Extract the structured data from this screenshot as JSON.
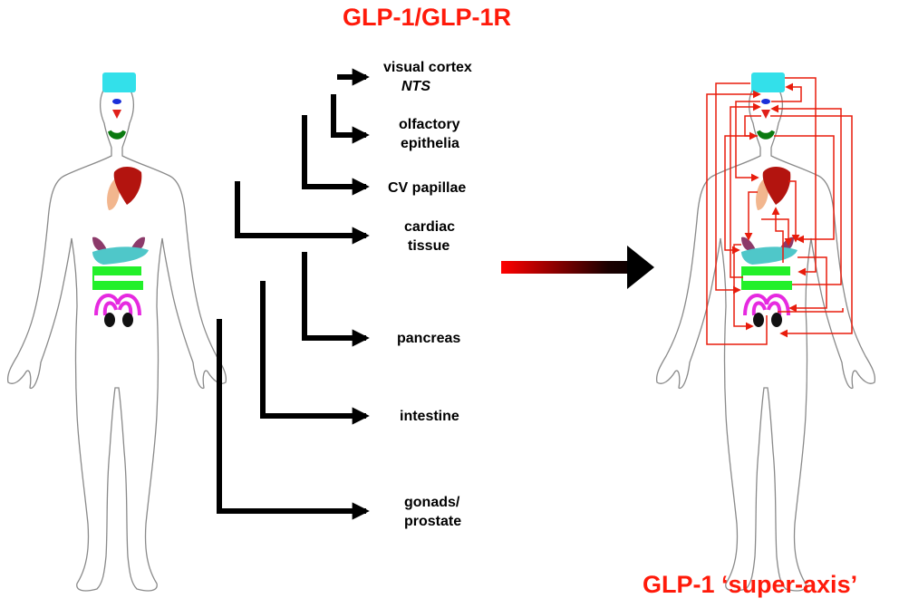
{
  "title": "GLP-1/GLP-1R",
  "super_axis_title": "GLP-1 ‘super-axis’",
  "targets": [
    {
      "line1": "visual cortex",
      "line2": "NTS"
    },
    {
      "line1": "olfactory",
      "line2": "epithelia"
    },
    {
      "line1": "CV papillae",
      "line2": ""
    },
    {
      "line1": "cardiac",
      "line2": "tissue"
    },
    {
      "line1": "pancreas",
      "line2": ""
    },
    {
      "line1": "intestine",
      "line2": ""
    },
    {
      "line1": "gonads/",
      "line2": "prostate"
    }
  ],
  "colors": {
    "title_red": "#ff1a0a",
    "arrow_red": "#ff0000",
    "arrow_black": "#000000",
    "network_red": "#e81c0c",
    "visual_cortex": "#33e0ea",
    "nts": "#1a2fd9",
    "papillae": "#e0201a",
    "olfactory": "#0a7a10",
    "heart": "#b3140f",
    "lung": "#f2b68e",
    "kidney": "#8c3a6a",
    "pancreas": "#4fc7c9",
    "intestine": "#22f02a",
    "reproductive": "#e62ae0",
    "gonads": "#111111"
  }
}
